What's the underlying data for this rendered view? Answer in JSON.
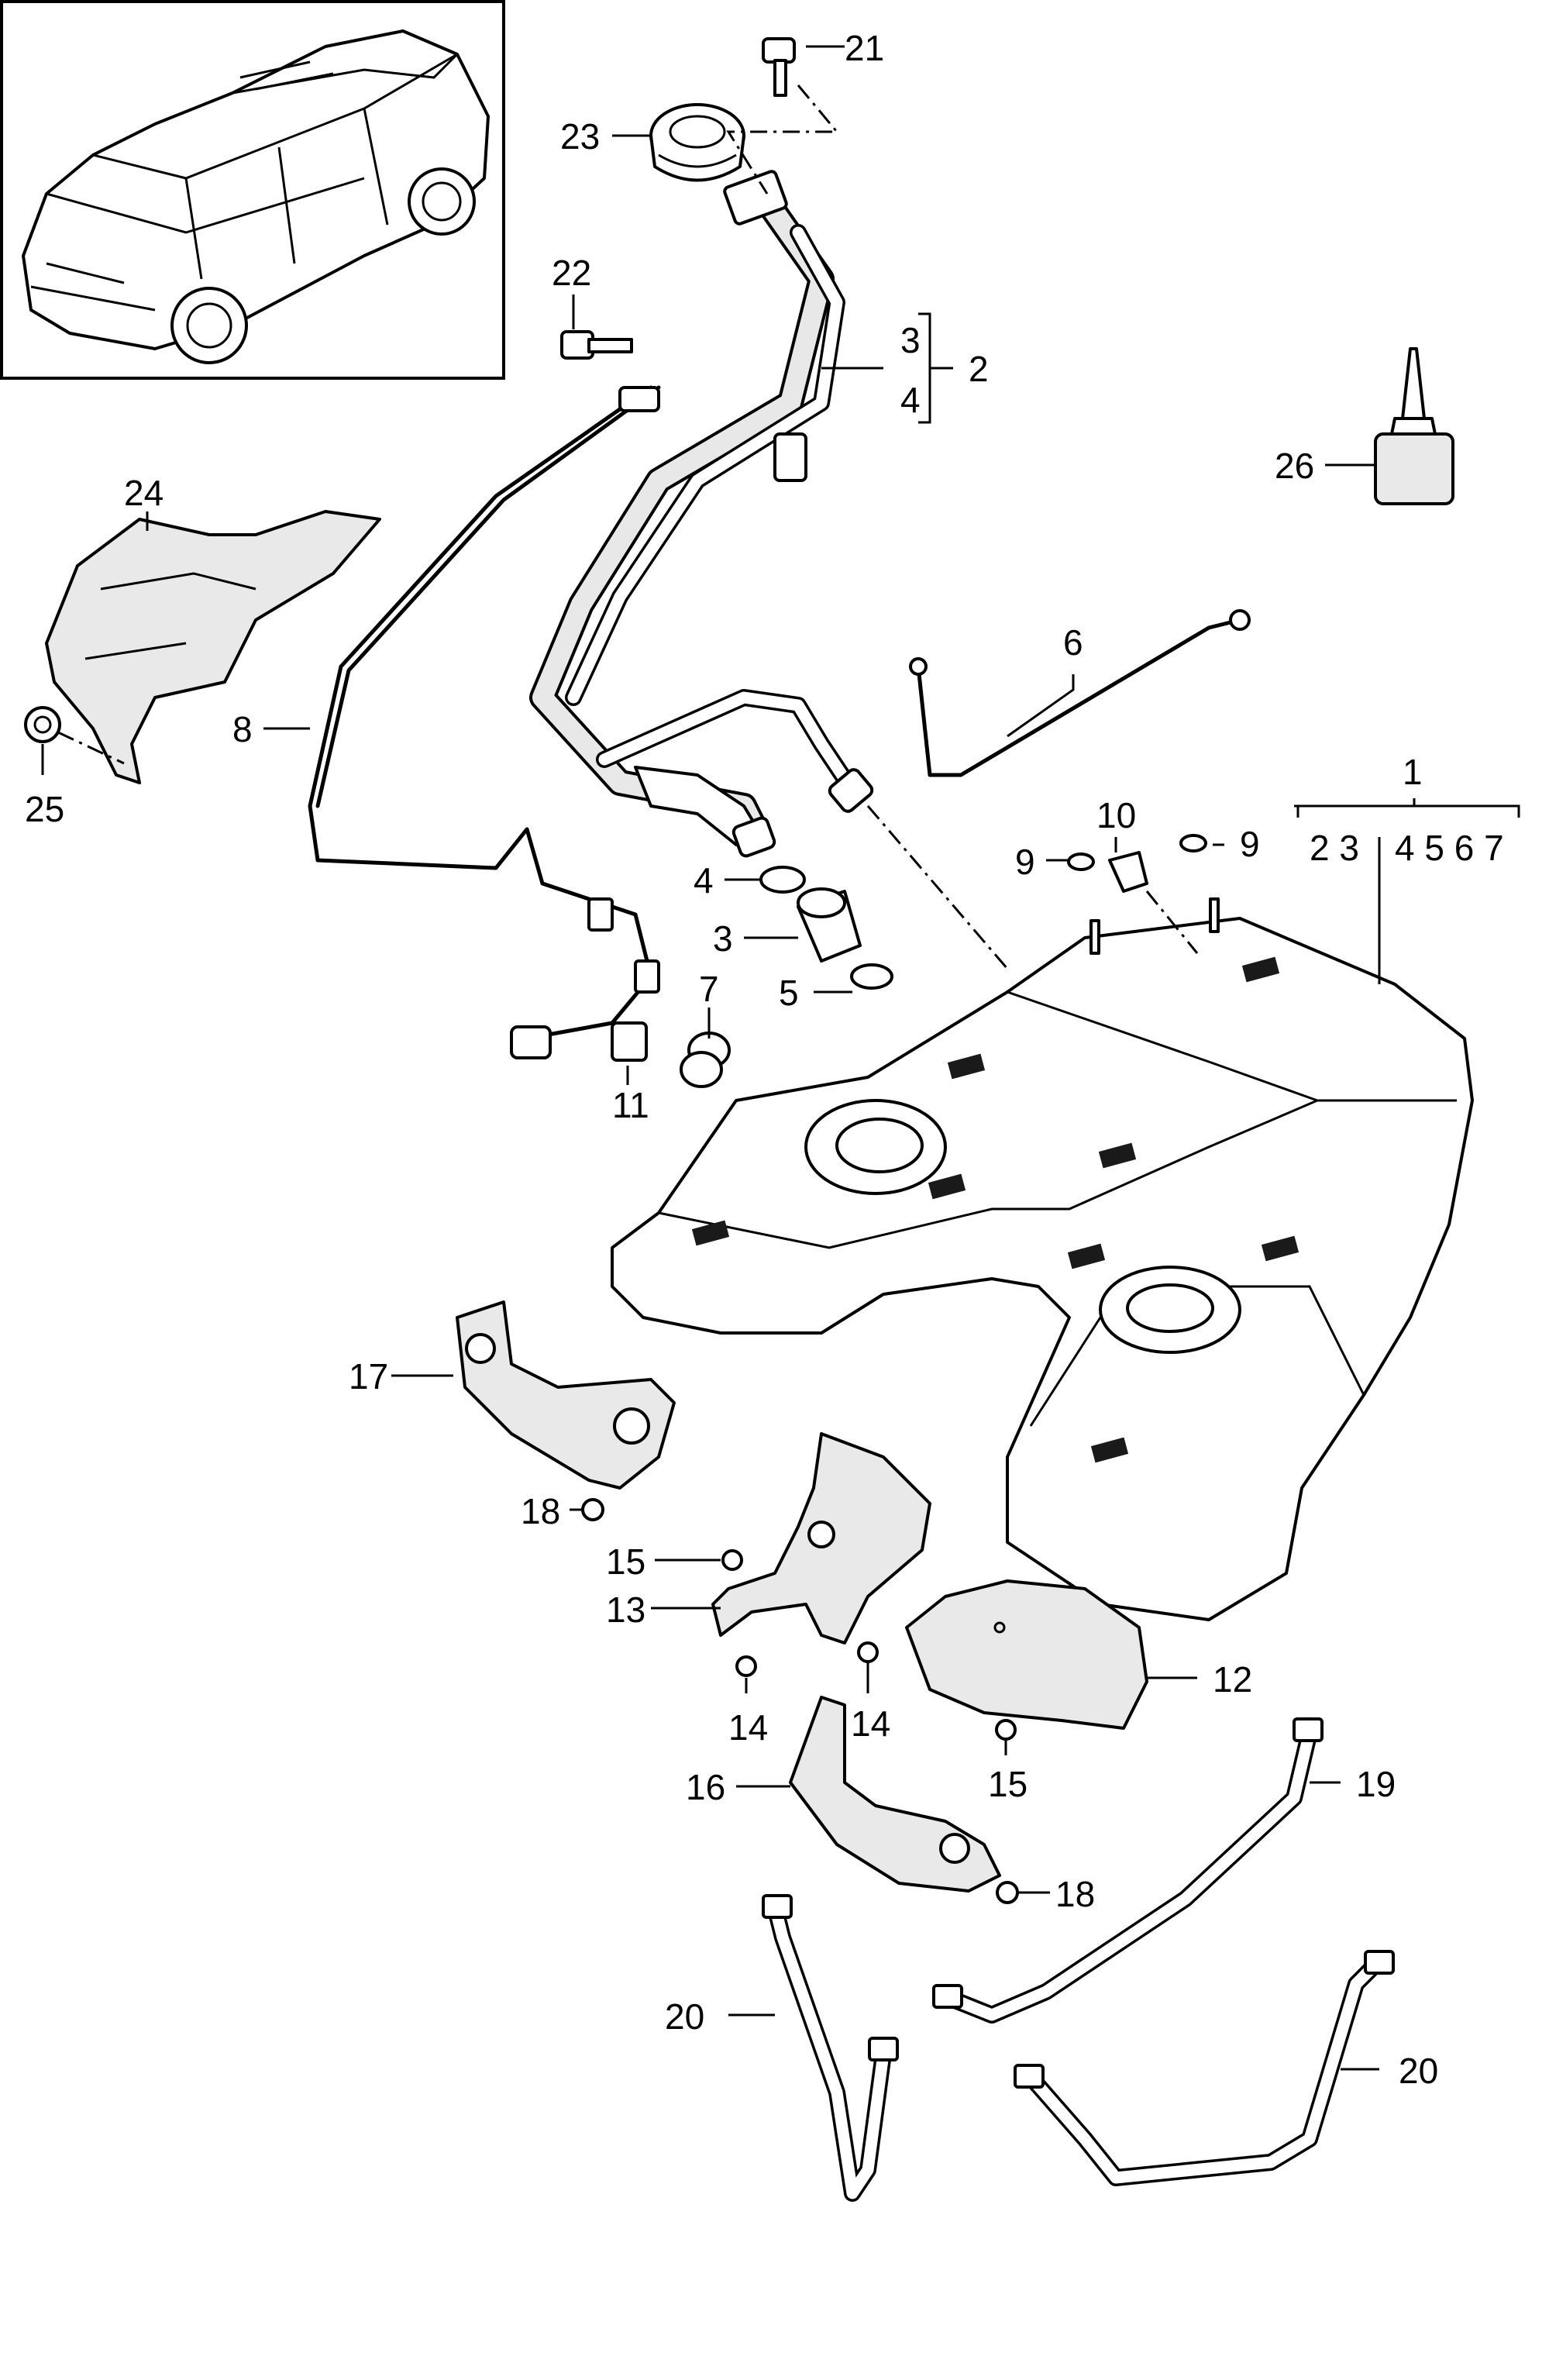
{
  "callouts": {
    "c1": "1",
    "c2": "2",
    "c3a": "3",
    "c4a": "4",
    "c3b": "3",
    "c4b": "4",
    "c5": "5",
    "c6": "6",
    "c7": "7",
    "c8": "8",
    "c9a": "9",
    "c9b": "9",
    "c10": "10",
    "c11": "11",
    "c12": "12",
    "c13": "13",
    "c14a": "14",
    "c14b": "14",
    "c15a": "15",
    "c15b": "15",
    "c16": "16",
    "c17": "17",
    "c18a": "18",
    "c18b": "18",
    "c19": "19",
    "c20a": "20",
    "c20b": "20",
    "c21": "21",
    "c22": "22",
    "c23": "23",
    "c24": "24",
    "c25": "25",
    "c26": "26",
    "g1": "2 3",
    "g2": "4 5 6 7"
  }
}
